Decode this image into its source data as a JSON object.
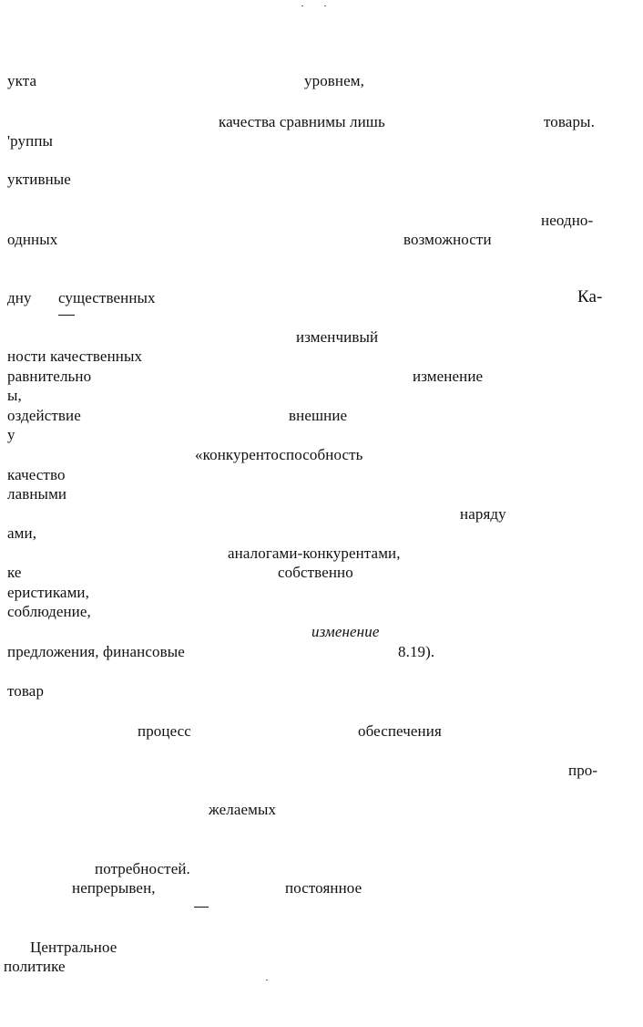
{
  "fragments": {
    "l01_a": "укта",
    "l01_b": "уровнем,",
    "l02_a": "качества сравнимы лишь",
    "l02_b": "товары.",
    "l03_a": "'руппы",
    "l04_a": "уктивные",
    "l05_a": "неодно-",
    "l06_a": "однных",
    "l06_b": "возможности",
    "l07_a": "дну",
    "l07_b": "существенных",
    "l07_c": "Ка-",
    "l08_a": "изменчивый",
    "l09_a": "ности качественных",
    "l10_a": "равнительно",
    "l10_b": "изменение",
    "l11_a": "ы,",
    "l12_a": "оздействие",
    "l12_b": "внешние",
    "l13_a": "у",
    "l14_a": "«конкурентоспособность",
    "l15_a": "качество",
    "l16_a": "лавными",
    "l17_a": "наряду",
    "l18_a": "ами,",
    "l19_a": "аналогами-конкурентами,",
    "l20_a": "ке",
    "l20_b": "собственно",
    "l21_a": "еристиками,",
    "l22_a": "соблюдение,",
    "l23_a": "изменение",
    "l24_a": "предложения, финансовые",
    "l24_b": "8.19).",
    "l25_a": "товар",
    "l26_a": "процесс",
    "l26_b": "обеспечения",
    "l27_a": "про-",
    "l28_a": "желаемых",
    "l29_a": "потребностей.",
    "l30_a": "непрерывен,",
    "l30_b": "постоянное",
    "l31_a": "Центральное",
    "l32_a": "политике"
  }
}
